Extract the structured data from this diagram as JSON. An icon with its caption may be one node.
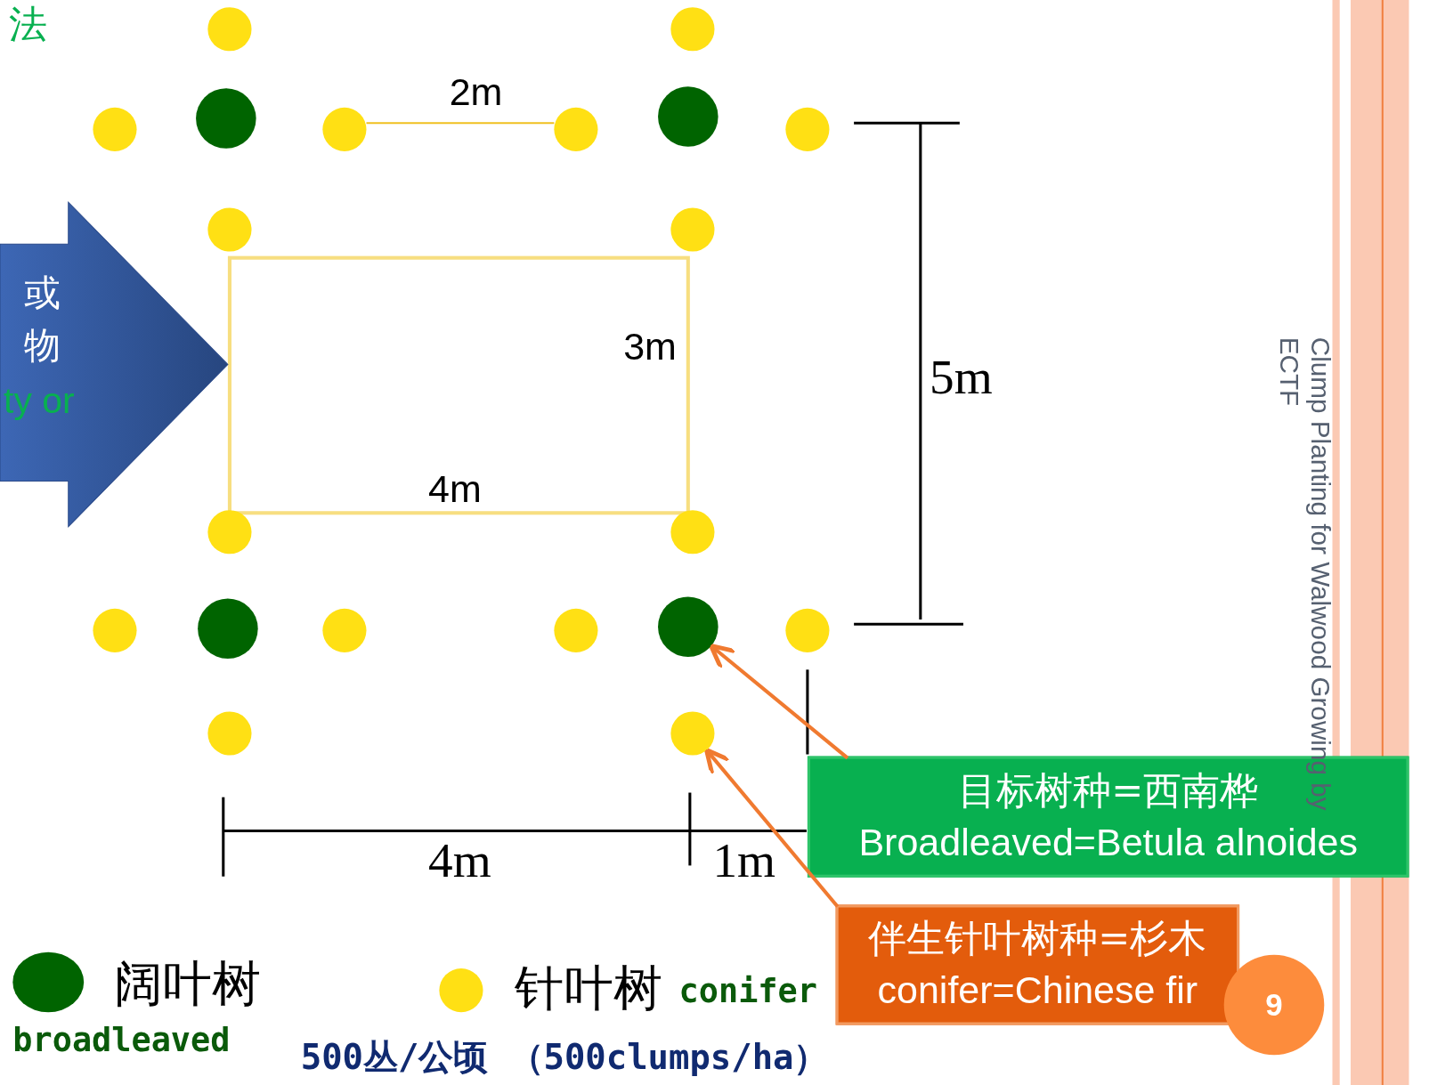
{
  "diagram": {
    "nodes": [
      {
        "text": [],
        "shape": "circle"
      },
      {
        "text": [],
        "shape": "circle"
      },
      {
        "text": [],
        "shape": "circle"
      },
      {
        "text": [],
        "shape": "circle"
      },
      {
        "text": [],
        "shape": "circle"
      },
      {
        "text": [],
        "shape": "circle"
      },
      {
        "text": [],
        "shape": "circle"
      },
      {
        "text": [],
        "shape": "circle"
      },
      {
        "text": [
          "或物",
          "ty or"
        ]
      },
      {
        "text": [],
        "shape": "circle"
      },
      {
        "text": [],
        "shape": "circle"
      },
      {
        "text": [],
        "shape": "circle"
      },
      {
        "text": [],
        "shape": "circle"
      },
      {
        "text": [],
        "shape": "circle"
      },
      {
        "text": [],
        "shape": "circle"
      },
      {
        "text": [],
        "shape": "circle"
      },
      {
        "text": [],
        "shape": "circle"
      },
      {
        "text": [],
        "shape": "circle"
      },
      {
        "text": [],
        "shape": "circle"
      },
      {
        "text": [],
        "shape": "circle"
      },
      {
        "text": [],
        "shape": "circle"
      },
      {
        "text": [
          "目标树种=西南桦",
          "Broadleaved=Betula alnoides"
        ]
      },
      {
        "text": [
          "伴生针叶树种=杉木",
          "conifer=Chinese fir"
        ]
      },
      {
        "text": [
          "9"
        ]
      }
    ],
    "edges": [
      {
        "from": 21,
        "to": 17,
        "arrow": "to",
        "color": "#f07a30"
      },
      {
        "from": 22,
        "to": 20,
        "arrow": "to",
        "color": "#f07a30"
      }
    ],
    "labels": [
      "法",
      "2m",
      "3m",
      "4m",
      "5m",
      "Clump Planting for Walwood Growing by",
      "ECTF",
      "4m",
      "1m",
      "500丛/公顷 （500clumps/ha）"
    ],
    "legend": [
      {
        "text": "阔叶树 broadleaved",
        "color": "#006400"
      },
      {
        "text": "针叶树 conifer",
        "color": "#ffe014"
      }
    ]
  }
}
